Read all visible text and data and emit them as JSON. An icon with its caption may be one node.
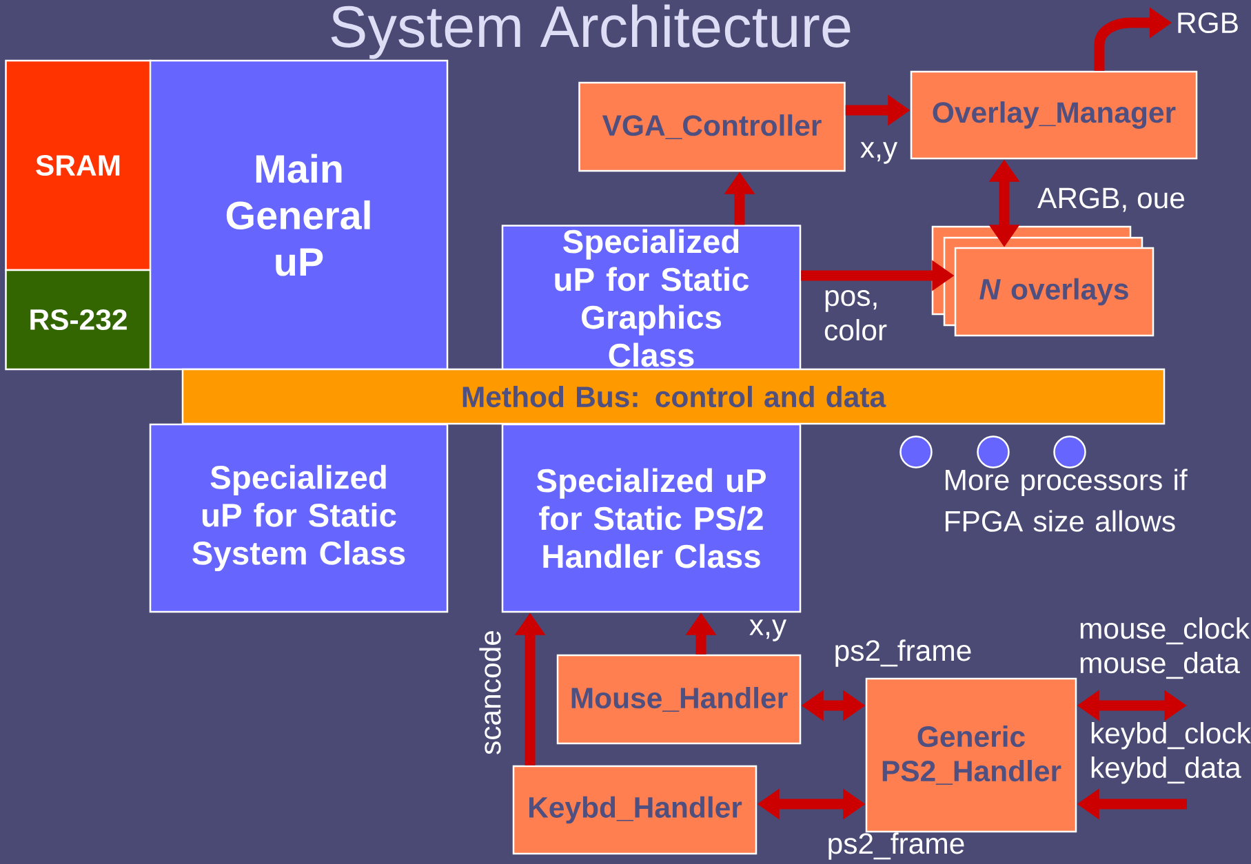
{
  "diagram": {
    "title": "System Architecture",
    "nodes": [
      {
        "text": [
          "SRAM"
        ]
      },
      {
        "text": [
          "RS-232"
        ]
      },
      {
        "text": [
          "Main General uP"
        ]
      },
      {
        "text": [
          "VGA_Controller"
        ]
      },
      {
        "text": [
          "Overlay_Manager"
        ]
      },
      {
        "text": [
          "Specialized uP for Static Graphics Class"
        ]
      },
      {
        "text": [
          "*N* overlays"
        ]
      },
      {
        "text": [
          "Method Bus: control and data"
        ]
      },
      {
        "text": [
          "Specialized uP for Static System Class"
        ]
      },
      {
        "text": [
          "Specialized uP for Static PS/2 Handler Class"
        ]
      },
      {
        "text": [],
        "shape": "circle"
      },
      {
        "text": [],
        "shape": "circle"
      },
      {
        "text": [],
        "shape": "circle"
      },
      {
        "text": [
          "Mouse_Handler"
        ]
      },
      {
        "text": [
          "Keybd_Handler"
        ]
      },
      {
        "text": [
          "Generic PS2_Handler"
        ]
      },
      {
        "text": [
          "RGB"
        ]
      }
    ],
    "edges": [
      {
        "from": 3,
        "to": 4,
        "arrow": "to",
        "label": "x,y"
      },
      {
        "from": 5,
        "to": 3,
        "arrow": "to"
      },
      {
        "from": 4,
        "to": 6,
        "arrow": "both",
        "label": "ARGB, oue"
      },
      {
        "from": 5,
        "to": 6,
        "arrow": "to",
        "label": "pos, color"
      },
      {
        "from": 4,
        "to": 16,
        "arrow": "to"
      },
      {
        "from": 14,
        "to": 9,
        "arrow": "to",
        "label": "scancode"
      },
      {
        "from": 13,
        "to": 9,
        "arrow": "to",
        "label": "x,y"
      },
      {
        "from": 13,
        "to": 15,
        "arrow": "both",
        "label": "ps2_frame"
      },
      {
        "from": 14,
        "to": 15,
        "arrow": "both",
        "label": "ps2_frame"
      },
      {
        "from": 15,
        "to": null,
        "arrow": "both",
        "label": "mouse_clock mouse_data"
      },
      {
        "from": null,
        "to": 15,
        "arrow": "to",
        "label": "keybd_clock keybd_data"
      }
    ],
    "labels": [
      "More processors if FPGA size allows"
    ]
  }
}
